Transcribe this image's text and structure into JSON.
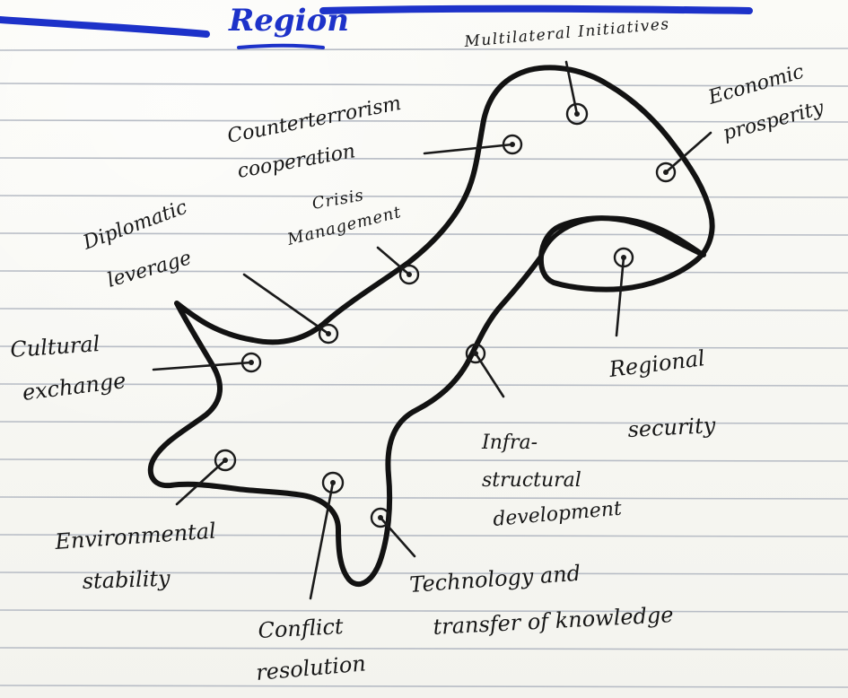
{
  "header": {
    "title": "Region"
  },
  "labels": {
    "multilateral_initiatives": "Multilateral Initiatives",
    "economic_prosperity_1": "Economic",
    "economic_prosperity_2": "prosperity",
    "counter_terrorism_1": "Counterterrorism",
    "counter_terrorism_2": "cooperation",
    "crisis_management_1": "Crisis",
    "crisis_management_2": "Management",
    "diplomatic_leverage_1": "Diplomatic",
    "diplomatic_leverage_2": "leverage",
    "cultural_exchange_1": "Cultural",
    "cultural_exchange_2": "exchange",
    "regional_security_1": "Regional",
    "regional_security_2": "security",
    "infrastructural_development_1": "Infra-",
    "infrastructural_development_2": "structural",
    "infrastructural_development_3": "development",
    "environmental_stability_1": "Environmental",
    "environmental_stability_2": "stability",
    "technology_transfer_1": "Technology and",
    "technology_transfer_2": "transfer of knowledge",
    "conflict_resolution_1": "Conflict",
    "conflict_resolution_2": "resolution"
  },
  "colors": {
    "ink": "#171717",
    "blue_ink": "#1d32c9",
    "paper": "#f6f6f1",
    "rules": "#b7bcc5"
  }
}
